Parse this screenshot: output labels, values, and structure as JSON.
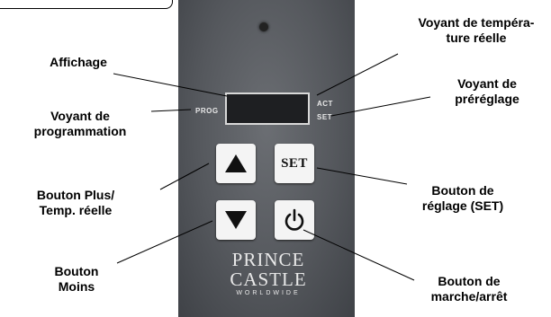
{
  "labels": {
    "display": "Affichage",
    "prog_light": [
      "Voyant de",
      "programmation"
    ],
    "plus_button": [
      "Bouton Plus/",
      "Temp. réelle"
    ],
    "minus_button": [
      "Bouton",
      "Moins"
    ],
    "actual_temp_light": [
      "Voyant de tempéra-",
      "ture réelle"
    ],
    "preset_light": [
      "Voyant de",
      "préréglage"
    ],
    "set_button": [
      "Bouton de",
      "réglage (SET)"
    ],
    "power_button": [
      "Bouton de",
      "marche/arrêt"
    ]
  },
  "panel": {
    "tag_prog": "PROG",
    "tag_act": "ACT",
    "tag_set": "SET",
    "set_key": "SET",
    "logo": [
      "PRINCE",
      "CASTLE",
      "WORLDWIDE"
    ]
  },
  "colors": {
    "panel": "#55585d",
    "display": "#1e1f22",
    "key": "#f4f4f4",
    "key_glyph": "#111111",
    "logo": "#e9e9e9"
  },
  "icons": {
    "up": "triangle-up-icon",
    "down": "triangle-down-icon",
    "power": "power-icon"
  }
}
